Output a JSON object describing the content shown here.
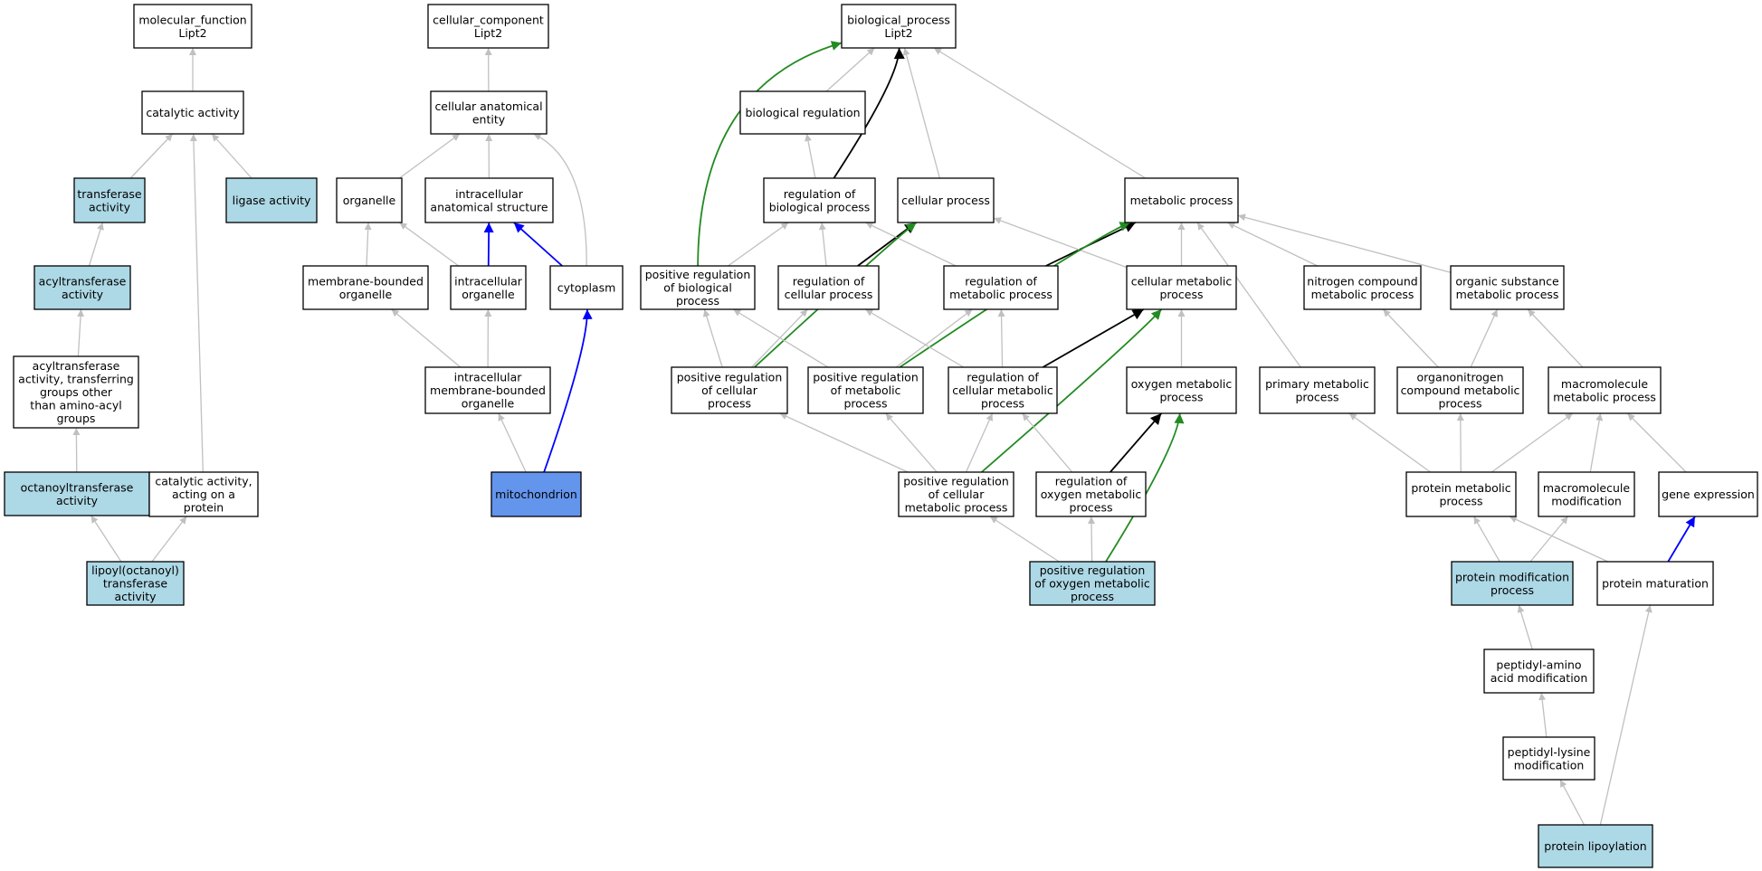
{
  "colors": {
    "white": "#ffffff",
    "lightblue": "#add8e6",
    "cornflower": "#6495ed",
    "gray": "#c0c0c0",
    "black": "#000000",
    "blue": "#0000ff",
    "green": "#228b22"
  },
  "nodes": [
    {
      "id": "mf",
      "lines": [
        "molecular_function",
        "Lipt2"
      ],
      "fill": "white"
    },
    {
      "id": "cat",
      "lines": [
        "catalytic activity"
      ],
      "fill": "white"
    },
    {
      "id": "transf",
      "lines": [
        "transferase",
        "activity"
      ],
      "fill": "lightblue"
    },
    {
      "id": "ligase",
      "lines": [
        "ligase activity"
      ],
      "fill": "lightblue"
    },
    {
      "id": "acyl",
      "lines": [
        "acyltransferase",
        "activity"
      ],
      "fill": "lightblue"
    },
    {
      "id": "acylother",
      "lines": [
        "acyltransferase",
        "activity, transferring",
        "groups other",
        "than amino-acyl",
        "groups"
      ],
      "fill": "white"
    },
    {
      "id": "octa",
      "lines": [
        "octanoyltransferase",
        "activity"
      ],
      "fill": "lightblue"
    },
    {
      "id": "catprot",
      "lines": [
        "catalytic activity,",
        "acting on a",
        "protein"
      ],
      "fill": "white"
    },
    {
      "id": "lipoyl",
      "lines": [
        "lipoyl(octanoyl)",
        "transferase",
        "activity"
      ],
      "fill": "lightblue"
    },
    {
      "id": "cc",
      "lines": [
        "cellular_component",
        "Lipt2"
      ],
      "fill": "white"
    },
    {
      "id": "cae",
      "lines": [
        "cellular anatomical",
        "entity"
      ],
      "fill": "white"
    },
    {
      "id": "organelle",
      "lines": [
        "organelle"
      ],
      "fill": "white"
    },
    {
      "id": "ias",
      "lines": [
        "intracellular",
        "anatomical structure"
      ],
      "fill": "white"
    },
    {
      "id": "mbo",
      "lines": [
        "membrane-bounded",
        "organelle"
      ],
      "fill": "white"
    },
    {
      "id": "io",
      "lines": [
        "intracellular",
        "organelle"
      ],
      "fill": "white"
    },
    {
      "id": "cyto",
      "lines": [
        "cytoplasm"
      ],
      "fill": "white"
    },
    {
      "id": "imbo",
      "lines": [
        "intracellular",
        "membrane-bounded",
        "organelle"
      ],
      "fill": "white"
    },
    {
      "id": "mito",
      "lines": [
        "mitochondrion"
      ],
      "fill": "cornflower"
    },
    {
      "id": "bp",
      "lines": [
        "biological_process",
        "Lipt2"
      ],
      "fill": "white"
    },
    {
      "id": "bioreg",
      "lines": [
        "biological regulation"
      ],
      "fill": "white"
    },
    {
      "id": "regbp",
      "lines": [
        "regulation of",
        "biological process"
      ],
      "fill": "white"
    },
    {
      "id": "cellproc",
      "lines": [
        "cellular process"
      ],
      "fill": "white"
    },
    {
      "id": "metproc",
      "lines": [
        "metabolic process"
      ],
      "fill": "white"
    },
    {
      "id": "posregbp",
      "lines": [
        "positive regulation",
        "of biological",
        "process"
      ],
      "fill": "white"
    },
    {
      "id": "regcp",
      "lines": [
        "regulation of",
        "cellular process"
      ],
      "fill": "white"
    },
    {
      "id": "regmp",
      "lines": [
        "regulation of",
        "metabolic process"
      ],
      "fill": "white"
    },
    {
      "id": "cmp",
      "lines": [
        "cellular metabolic",
        "process"
      ],
      "fill": "white"
    },
    {
      "id": "ncmp",
      "lines": [
        "nitrogen compound",
        "metabolic process"
      ],
      "fill": "white"
    },
    {
      "id": "osmp",
      "lines": [
        "organic substance",
        "metabolic process"
      ],
      "fill": "white"
    },
    {
      "id": "posregcp",
      "lines": [
        "positive regulation",
        "of cellular",
        "process"
      ],
      "fill": "white"
    },
    {
      "id": "posregmp",
      "lines": [
        "positive regulation",
        "of metabolic",
        "process"
      ],
      "fill": "white"
    },
    {
      "id": "regcmp",
      "lines": [
        "regulation of",
        "cellular metabolic",
        "process"
      ],
      "fill": "white"
    },
    {
      "id": "omp",
      "lines": [
        "oxygen metabolic",
        "process"
      ],
      "fill": "white"
    },
    {
      "id": "pmp",
      "lines": [
        "primary metabolic",
        "process"
      ],
      "fill": "white"
    },
    {
      "id": "oncmp",
      "lines": [
        "organonitrogen",
        "compound metabolic",
        "process"
      ],
      "fill": "white"
    },
    {
      "id": "mmp",
      "lines": [
        "macromolecule",
        "metabolic process"
      ],
      "fill": "white"
    },
    {
      "id": "posregcmp",
      "lines": [
        "positive regulation",
        "of cellular",
        "metabolic process"
      ],
      "fill": "white"
    },
    {
      "id": "regomp",
      "lines": [
        "regulation of",
        "oxygen metabolic",
        "process"
      ],
      "fill": "white"
    },
    {
      "id": "protmp",
      "lines": [
        "protein metabolic",
        "process"
      ],
      "fill": "white"
    },
    {
      "id": "mmod",
      "lines": [
        "macromolecule",
        "modification"
      ],
      "fill": "white"
    },
    {
      "id": "geneexp",
      "lines": [
        "gene expression"
      ],
      "fill": "white"
    },
    {
      "id": "posregomp",
      "lines": [
        "positive regulation",
        "of oxygen metabolic",
        "process"
      ],
      "fill": "lightblue"
    },
    {
      "id": "pmodp",
      "lines": [
        "protein modification",
        "process"
      ],
      "fill": "lightblue"
    },
    {
      "id": "protmat",
      "lines": [
        "protein maturation"
      ],
      "fill": "white"
    },
    {
      "id": "pamod",
      "lines": [
        "peptidyl-amino",
        "acid modification"
      ],
      "fill": "white"
    },
    {
      "id": "plmod",
      "lines": [
        "peptidyl-lysine",
        "modification"
      ],
      "fill": "white"
    },
    {
      "id": "plip",
      "lines": [
        "protein lipoylation"
      ],
      "fill": "lightblue"
    }
  ],
  "edges": [
    {
      "from": "cat",
      "to": "mf",
      "color": "gray"
    },
    {
      "from": "transf",
      "to": "cat",
      "color": "gray"
    },
    {
      "from": "ligase",
      "to": "cat",
      "color": "gray"
    },
    {
      "from": "catprot",
      "to": "cat",
      "color": "gray"
    },
    {
      "from": "acyl",
      "to": "transf",
      "color": "gray"
    },
    {
      "from": "acylother",
      "to": "acyl",
      "color": "gray"
    },
    {
      "from": "octa",
      "to": "acylother",
      "color": "gray"
    },
    {
      "from": "lipoyl",
      "to": "octa",
      "color": "gray"
    },
    {
      "from": "lipoyl",
      "to": "catprot",
      "color": "gray"
    },
    {
      "from": "cae",
      "to": "cc",
      "color": "gray"
    },
    {
      "from": "organelle",
      "to": "cae",
      "color": "gray"
    },
    {
      "from": "ias",
      "to": "cae",
      "color": "gray"
    },
    {
      "from": "cyto",
      "to": "cae",
      "color": "gray",
      "curve": 1
    },
    {
      "from": "mbo",
      "to": "organelle",
      "color": "gray"
    },
    {
      "from": "io",
      "to": "organelle",
      "color": "gray"
    },
    {
      "from": "io",
      "to": "ias",
      "color": "blue"
    },
    {
      "from": "cyto",
      "to": "ias",
      "color": "blue"
    },
    {
      "from": "imbo",
      "to": "mbo",
      "color": "gray"
    },
    {
      "from": "imbo",
      "to": "io",
      "color": "gray"
    },
    {
      "from": "mito",
      "to": "imbo",
      "color": "gray"
    },
    {
      "from": "mito",
      "to": "cyto",
      "color": "blue",
      "curve": 1
    },
    {
      "from": "bioreg",
      "to": "bp",
      "color": "gray"
    },
    {
      "from": "regbp",
      "to": "bioreg",
      "color": "gray"
    },
    {
      "from": "regbp",
      "to": "bp",
      "color": "black",
      "curve": 1
    },
    {
      "from": "cellproc",
      "to": "bp",
      "color": "gray"
    },
    {
      "from": "metproc",
      "to": "bp",
      "color": "gray"
    },
    {
      "from": "posregbp",
      "to": "bp",
      "color": "green",
      "curve": 1
    },
    {
      "from": "posregbp",
      "to": "regbp",
      "color": "gray"
    },
    {
      "from": "regcp",
      "to": "regbp",
      "color": "gray"
    },
    {
      "from": "regcp",
      "to": "cellproc",
      "color": "black"
    },
    {
      "from": "regmp",
      "to": "regbp",
      "color": "gray"
    },
    {
      "from": "regmp",
      "to": "metproc",
      "color": "black"
    },
    {
      "from": "cmp",
      "to": "cellproc",
      "color": "gray"
    },
    {
      "from": "cmp",
      "to": "metproc",
      "color": "gray"
    },
    {
      "from": "ncmp",
      "to": "metproc",
      "color": "gray"
    },
    {
      "from": "osmp",
      "to": "metproc",
      "color": "gray"
    },
    {
      "from": "pmp",
      "to": "metproc",
      "color": "gray"
    },
    {
      "from": "posregcp",
      "to": "posregbp",
      "color": "gray"
    },
    {
      "from": "posregcp",
      "to": "regcp",
      "color": "gray"
    },
    {
      "from": "posregcp",
      "to": "cellproc",
      "color": "green",
      "curve": 1
    },
    {
      "from": "posregmp",
      "to": "posregbp",
      "color": "gray"
    },
    {
      "from": "posregmp",
      "to": "regmp",
      "color": "gray"
    },
    {
      "from": "posregmp",
      "to": "metproc",
      "color": "green",
      "curve": 1
    },
    {
      "from": "regcmp",
      "to": "regcp",
      "color": "gray"
    },
    {
      "from": "regcmp",
      "to": "regmp",
      "color": "gray"
    },
    {
      "from": "regcmp",
      "to": "cmp",
      "color": "black"
    },
    {
      "from": "omp",
      "to": "cmp",
      "color": "gray"
    },
    {
      "from": "oncmp",
      "to": "ncmp",
      "color": "gray"
    },
    {
      "from": "oncmp",
      "to": "osmp",
      "color": "gray"
    },
    {
      "from": "mmp",
      "to": "osmp",
      "color": "gray"
    },
    {
      "from": "posregcmp",
      "to": "posregcp",
      "color": "gray"
    },
    {
      "from": "posregcmp",
      "to": "posregmp",
      "color": "gray"
    },
    {
      "from": "posregcmp",
      "to": "regcmp",
      "color": "gray"
    },
    {
      "from": "posregcmp",
      "to": "cmp",
      "color": "green",
      "curve": 1
    },
    {
      "from": "regomp",
      "to": "regcmp",
      "color": "gray"
    },
    {
      "from": "regomp",
      "to": "omp",
      "color": "black"
    },
    {
      "from": "protmp",
      "to": "pmp",
      "color": "gray"
    },
    {
      "from": "protmp",
      "to": "oncmp",
      "color": "gray"
    },
    {
      "from": "protmp",
      "to": "mmp",
      "color": "gray"
    },
    {
      "from": "mmod",
      "to": "mmp",
      "color": "gray"
    },
    {
      "from": "geneexp",
      "to": "mmp",
      "color": "gray"
    },
    {
      "from": "posregomp",
      "to": "posregcmp",
      "color": "gray"
    },
    {
      "from": "posregomp",
      "to": "regomp",
      "color": "gray"
    },
    {
      "from": "posregomp",
      "to": "omp",
      "color": "green",
      "curve": 1
    },
    {
      "from": "pmodp",
      "to": "protmp",
      "color": "gray"
    },
    {
      "from": "pmodp",
      "to": "mmod",
      "color": "gray"
    },
    {
      "from": "protmat",
      "to": "protmp",
      "color": "gray"
    },
    {
      "from": "protmat",
      "to": "geneexp",
      "color": "blue"
    },
    {
      "from": "pamod",
      "to": "pmodp",
      "color": "gray"
    },
    {
      "from": "plmod",
      "to": "pamod",
      "color": "gray"
    },
    {
      "from": "plip",
      "to": "plmod",
      "color": "gray"
    },
    {
      "from": "plip",
      "to": "protmat",
      "color": "gray"
    }
  ]
}
